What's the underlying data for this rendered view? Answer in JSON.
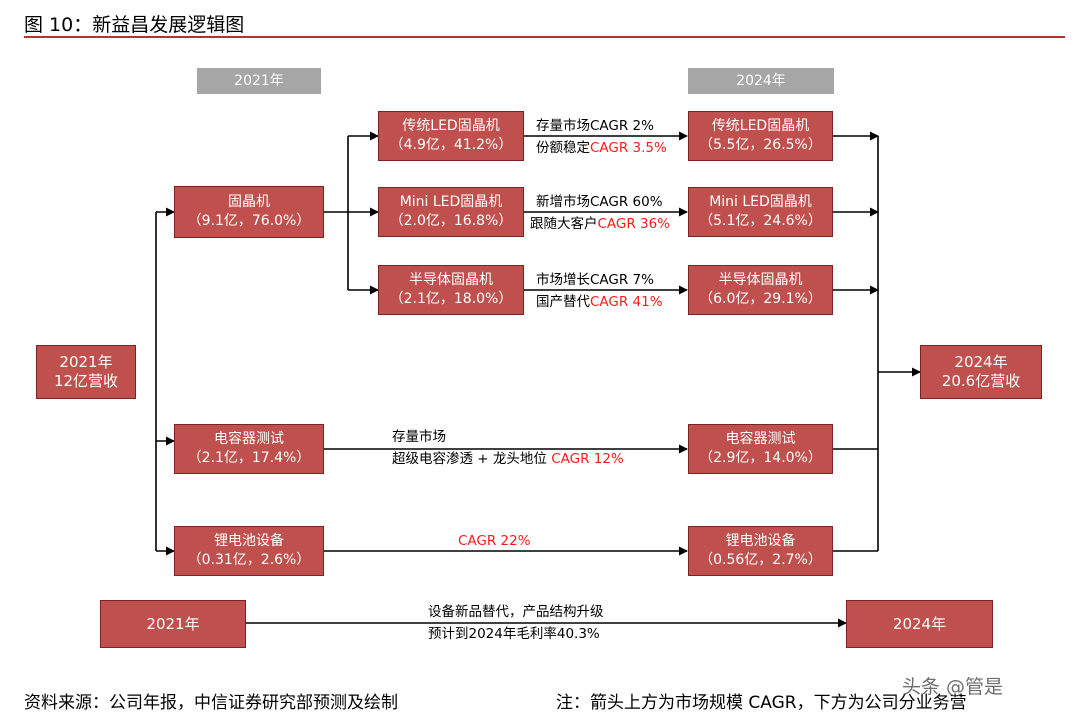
{
  "title": "图 10：新益昌发展逻辑图",
  "year_labels": {
    "left": "2021年",
    "right": "2024年"
  },
  "left_total": {
    "line1": "2021年",
    "line2": "12亿营收"
  },
  "right_total": {
    "line1": "2024年",
    "line2": "20.6亿营收"
  },
  "mid_boxes": {
    "gujing": {
      "name": "固晶机",
      "detail": "（9.1亿，76.0%）"
    },
    "capacitor": {
      "name": "电容器测试",
      "detail": "（2.1亿，17.4%）"
    },
    "battery": {
      "name": "锂电池设备",
      "detail": "（0.31亿，2.6%）"
    }
  },
  "sub_2021": {
    "traditional": {
      "name": "传统LED固晶机",
      "detail": "（4.9亿，41.2%）"
    },
    "mini": {
      "name": "Mini LED固晶机",
      "detail": "（2.0亿，16.8%）"
    },
    "semi": {
      "name": "半导体固晶机",
      "detail": "（2.1亿，18.0%）"
    }
  },
  "sub_2024": {
    "traditional": {
      "name": "传统LED固晶机",
      "detail": "（5.5亿，26.5%）"
    },
    "mini": {
      "name": "Mini LED固晶机",
      "detail": "（5.1亿，24.6%）"
    },
    "semi": {
      "name": "半导体固晶机",
      "detail": "（6.0亿，29.1%）"
    },
    "capacitor": {
      "name": "电容器测试",
      "detail": "（2.9亿，14.0%）"
    },
    "battery": {
      "name": "锂电池设备",
      "detail": "（0.56亿，2.7%）"
    }
  },
  "notes": {
    "traditional": {
      "above": "存量市场CAGR 2%",
      "below_black": "份额稳定",
      "below_red": "CAGR 3.5%"
    },
    "mini": {
      "above": "新增市场CAGR 60%",
      "below_black": "跟随大客户",
      "below_red": "CAGR 36%"
    },
    "semi": {
      "above": "市场增长CAGR 7%",
      "below_black": "国产替代",
      "below_red": "CAGR 41%"
    },
    "capacitor": {
      "above": "存量市场",
      "below_black": "超级电容渗透 + 龙头地位 ",
      "below_red": "CAGR 12%"
    },
    "battery": {
      "above_red": "CAGR 22%"
    }
  },
  "bottom_row": {
    "left": "2021年",
    "right": "2024年",
    "above": "设备新品替代，产品结构升级",
    "below": "预计到2024年毛利率40.3%"
  },
  "footer": {
    "source": "资料来源：公司年报，中信证券研究部预测及绘制",
    "note": "注：箭头上方为市场规模 CAGR，下方为公司分业务营",
    "watermark": "头条 @管是"
  },
  "colors": {
    "box_fill": "#c0504d",
    "box_border": "#7b2422",
    "year_label": "#a6a6a6",
    "rule": "#b5322e",
    "highlight": "#ff1a1a"
  }
}
